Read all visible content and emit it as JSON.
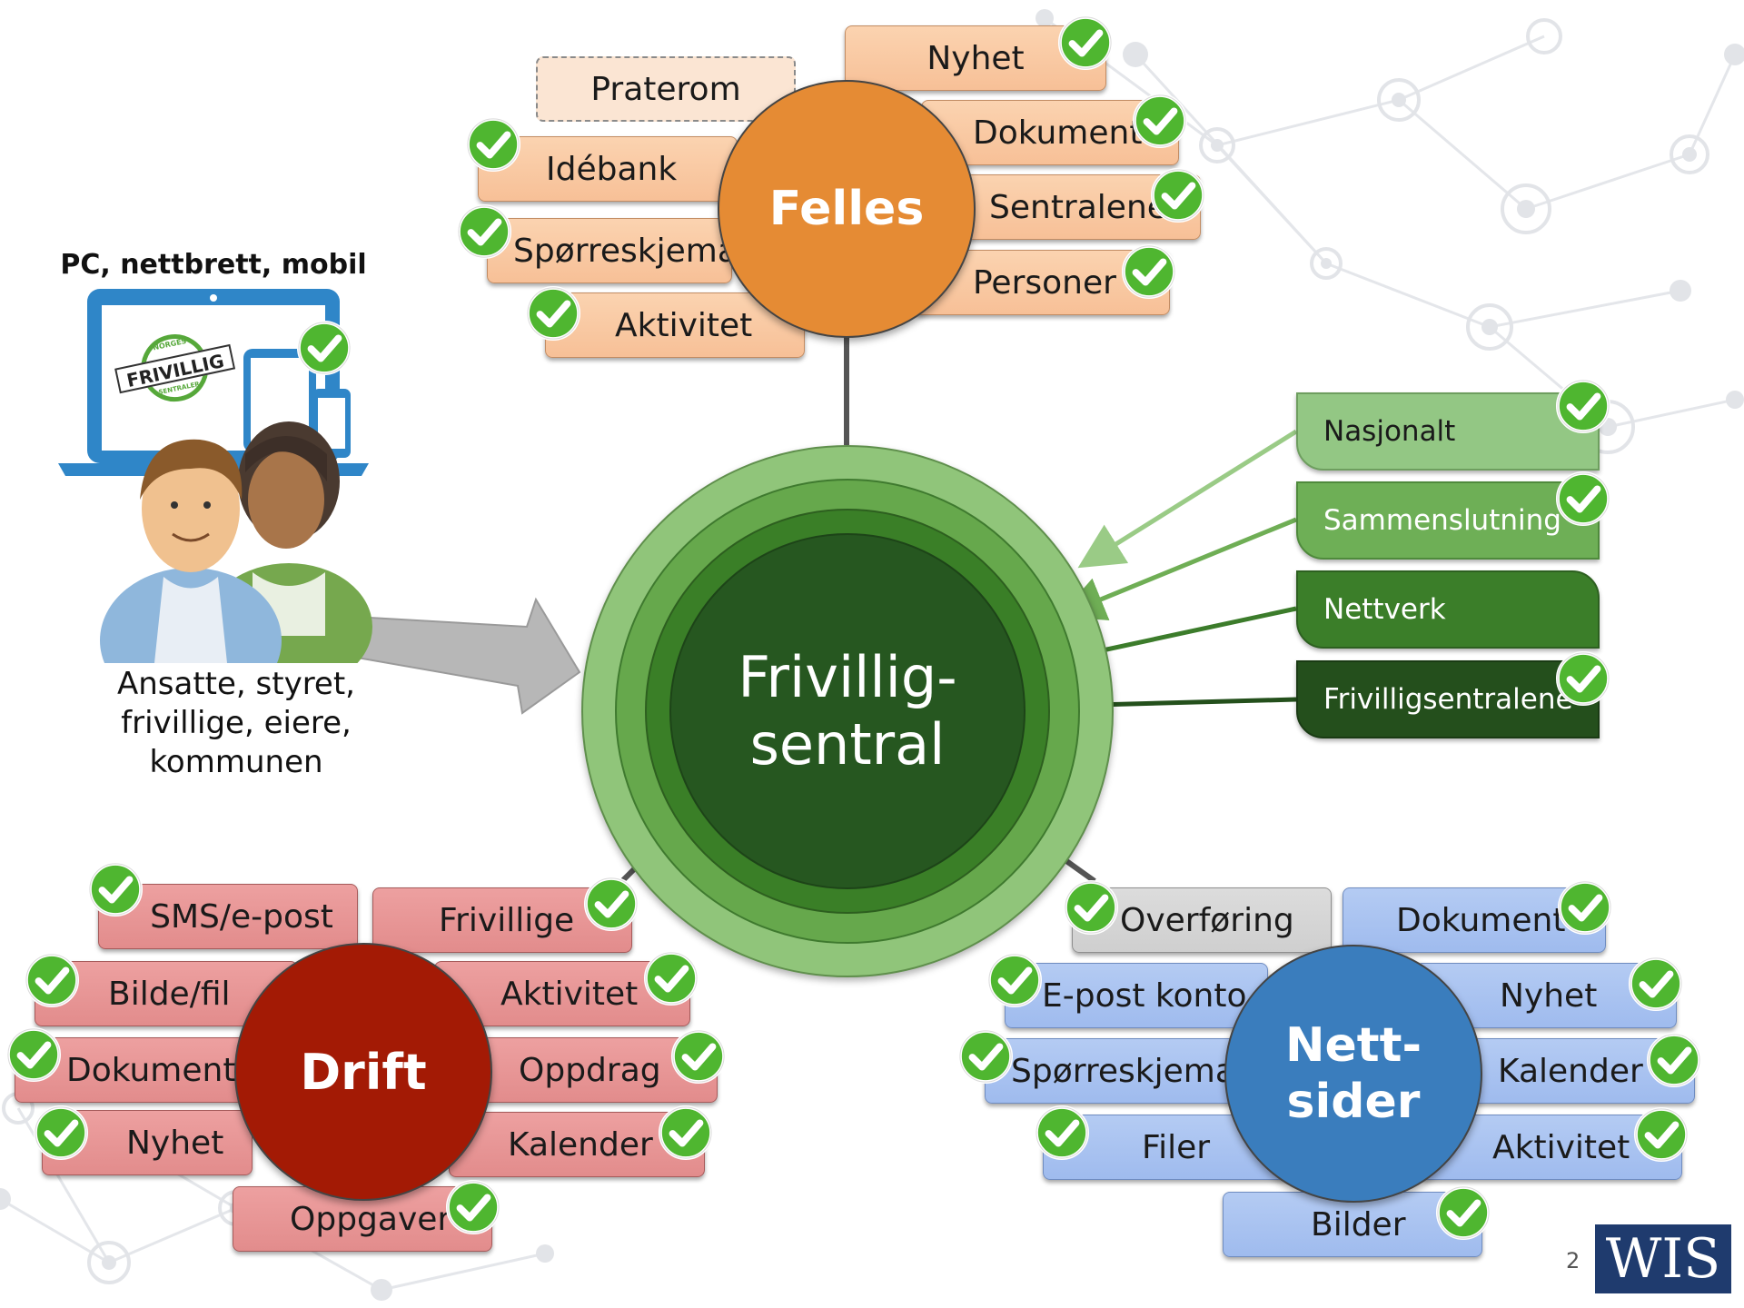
{
  "device_label": "PC, nettbrett, mobil",
  "logo": {
    "text": "FRIVILLIG",
    "top": "NORGES",
    "bottom": "SENTRALER"
  },
  "users_label": [
    "Ansatte, styret,",
    "frivillige, eiere,",
    "kommunen"
  ],
  "center": {
    "line1": "Frivillig-",
    "line2": "sentral"
  },
  "felles": {
    "title": "Felles",
    "items": {
      "praterom": "Praterom",
      "idebank": "Idébank",
      "sporreskjema": "Spørreskjema",
      "aktivitet": "Aktivitet",
      "nyhet": "Nyhet",
      "dokument": "Dokument",
      "sentralene": "Sentralene",
      "personer": "Personer"
    }
  },
  "drift": {
    "title": "Drift",
    "items": {
      "sms": "SMS/e-post",
      "bildefil": "Bilde/fil",
      "dokument": "Dokument",
      "nyhet": "Nyhet",
      "frivillige": "Frivillige",
      "aktivitet": "Aktivitet",
      "oppdrag": "Oppdrag",
      "kalender": "Kalender",
      "oppgaver": "Oppgaver"
    }
  },
  "nettsider": {
    "title_line1": "Nett-",
    "title_line2": "sider",
    "items": {
      "overforing": "Overføring",
      "epost": "E-post konto",
      "sporreskjema": "Spørreskjema",
      "filer": "Filer",
      "dokument": "Dokument",
      "nyhet": "Nyhet",
      "kalender": "Kalender",
      "aktivitet": "Aktivitet",
      "bilder": "Bilder"
    }
  },
  "levels": {
    "nasjonalt": "Nasjonalt",
    "sammenslutning": "Sammenslutning",
    "nettverk": "Nettverk",
    "frivilligsentralene": "Frivilligsentralene"
  },
  "page_number": "2",
  "brand": "WIS",
  "colors": {
    "felles": "#e58b34",
    "drift": "#a31a05",
    "nettsider": "#3a7dbd",
    "center": "#275821",
    "check": "#4fb630",
    "brand": "#1f3b6e"
  }
}
